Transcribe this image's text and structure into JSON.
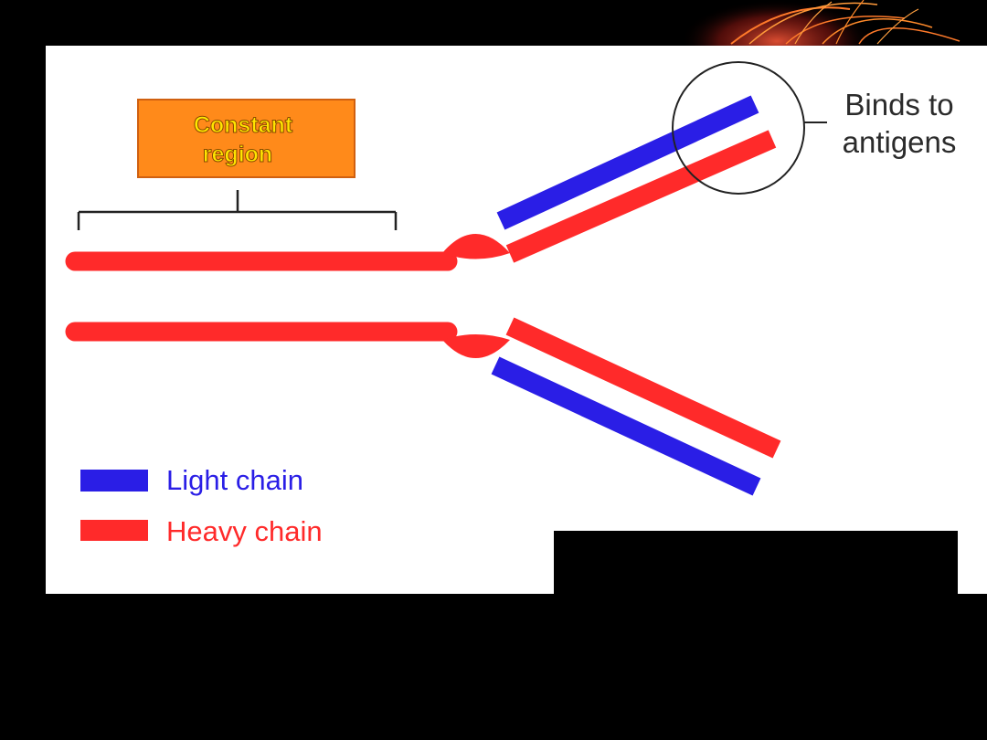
{
  "callout": {
    "line1": "Constant",
    "line2": "region"
  },
  "antigen_label": {
    "line1": "Binds to",
    "line2": "antigens"
  },
  "legend": [
    {
      "label": "Light chain",
      "color": "#2a1ee6"
    },
    {
      "label": "Heavy chain",
      "color": "#ff2a2a"
    }
  ],
  "colors": {
    "heavy": "#ff2a2a",
    "light": "#2a1ee6",
    "callout_fill": "#ff8a1a",
    "callout_text": "#ffe600",
    "panel": "#ffffff",
    "slide_bg": "#000000",
    "line": "#222222",
    "text": "#2b2b2b"
  }
}
